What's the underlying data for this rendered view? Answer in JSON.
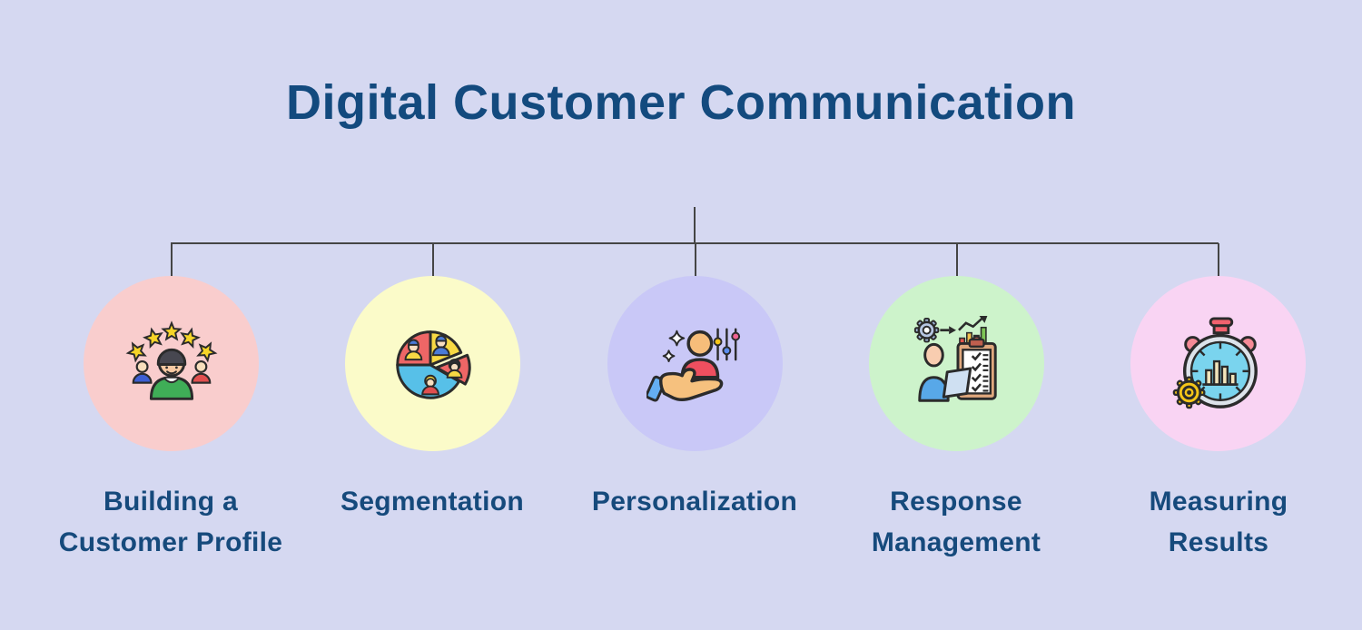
{
  "title": "Digital Customer Communication",
  "colors": {
    "background": "#d5d8f1",
    "title_text": "#134a7e",
    "label_text": "#164a7c",
    "connector": "#454545"
  },
  "nodes": [
    {
      "label": "Building a\nCustomer Profile",
      "circle_color": "#f9cdcd",
      "icon": "customer-profile-stars-icon"
    },
    {
      "label": "Segmentation",
      "circle_color": "#fbfbc9",
      "icon": "segmentation-pie-people-icon"
    },
    {
      "label": "Personalization",
      "circle_color": "#c9c8f7",
      "icon": "hand-holding-person-icon"
    },
    {
      "label": "Response\nManagement",
      "circle_color": "#cdf3cb",
      "icon": "person-checklist-gear-icon"
    },
    {
      "label": "Measuring\nResults",
      "circle_color": "#f9d4f3",
      "icon": "stopwatch-barchart-gear-icon"
    }
  ]
}
